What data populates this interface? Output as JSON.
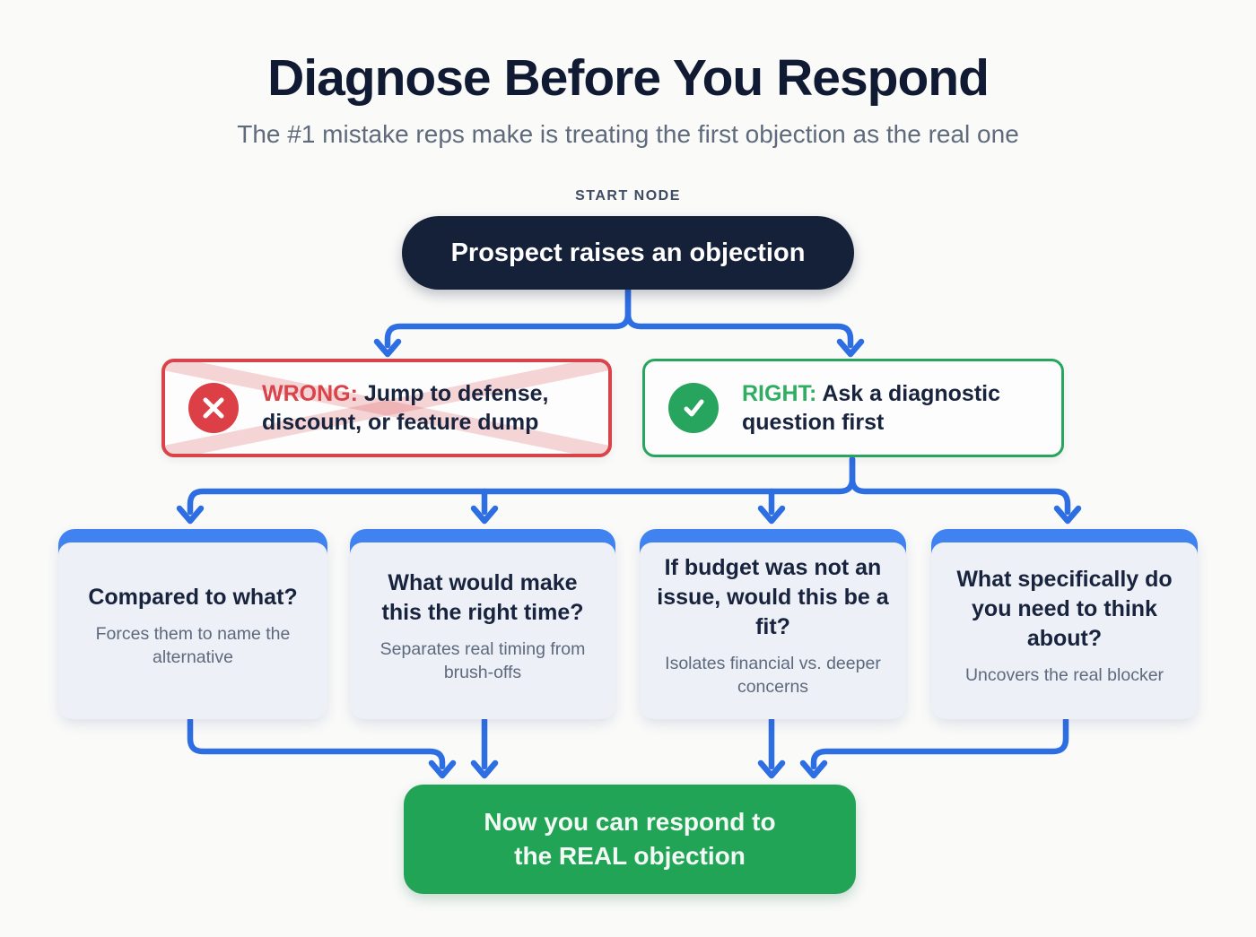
{
  "header": {
    "title": "Diagnose Before You Respond",
    "subtitle": "The #1 mistake reps make is treating the first objection as the real one",
    "start_label": "START NODE"
  },
  "start_node": {
    "text": "Prospect raises an objection"
  },
  "branches": {
    "wrong": {
      "label": "WRONG:",
      "text": " Jump to defense, discount, or feature dump",
      "icon": "x-circle-icon"
    },
    "right": {
      "label": "RIGHT:",
      "text": " Ask a diagnostic question first",
      "icon": "check-circle-icon"
    }
  },
  "questions": [
    {
      "title": "Compared to what?",
      "subtitle": "Forces them to name the alternative"
    },
    {
      "title": "What would make this the right time?",
      "subtitle": "Separates real timing from brush-offs"
    },
    {
      "title": "If budget was not an issue, would this be a fit?",
      "subtitle": "Isolates financial vs. deeper concerns"
    },
    {
      "title": "What specifically do you need to think about?",
      "subtitle": "Uncovers the real blocker"
    }
  ],
  "end_node": {
    "line1": "Now you can respond to",
    "line2": "the REAL objection"
  },
  "colors": {
    "connector_blue": "#2e6ee3",
    "card_header_blue": "#3f82f0",
    "node_navy": "#152039",
    "wrong_red": "#d9444b",
    "right_green": "#27a55e",
    "end_green": "#21a456"
  }
}
